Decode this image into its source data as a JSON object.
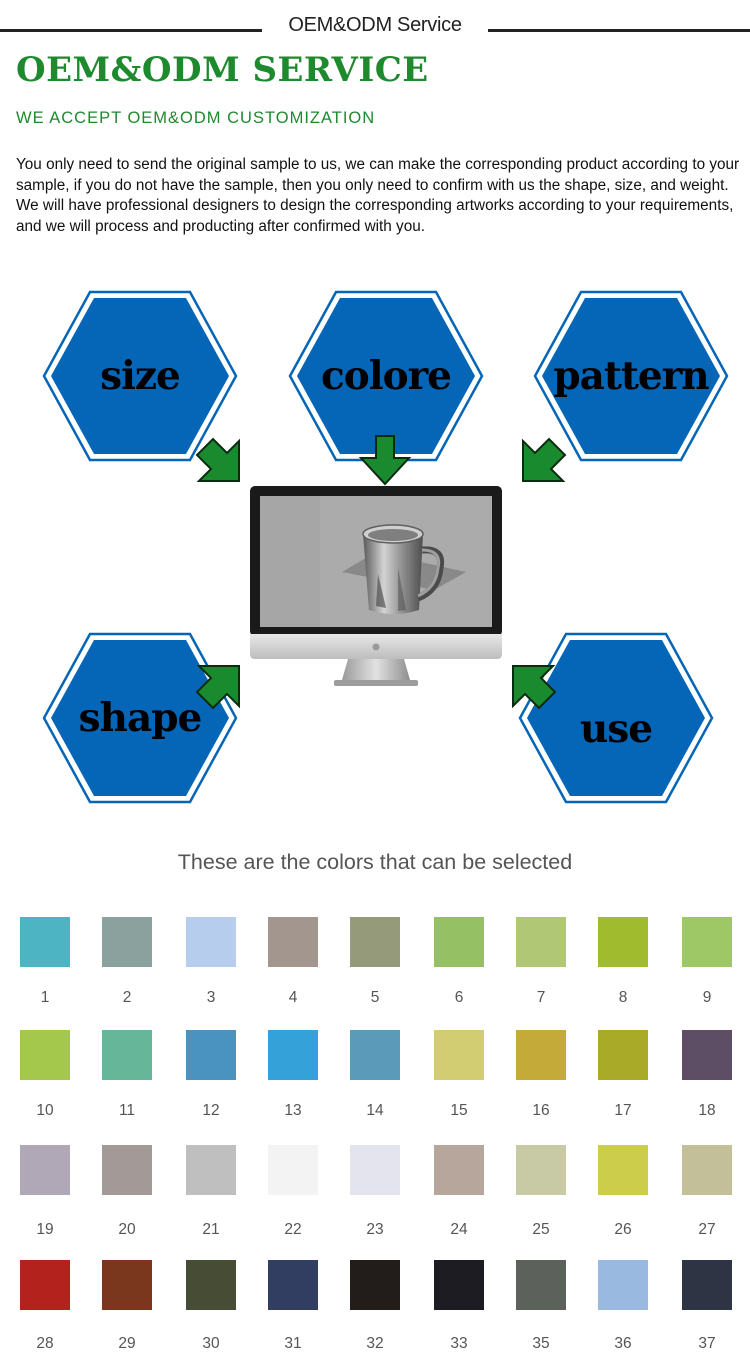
{
  "header": {
    "title": "OEM&ODM Service"
  },
  "main_title": "OEM&ODM SERVICE",
  "subtitle": "WE ACCEPT OEM&ODM CUSTOMIZATION",
  "description": "You only need to send the original sample to us, we can make the corresponding product according to your sample, if you do not have the sample, then you only need to confirm with us the shape, size, and weight. We will have professional designers to design the corresponding artworks according to your requirements, and we will process and producting after confirmed with you.",
  "hexagons": [
    {
      "label": "size"
    },
    {
      "label": "colore"
    },
    {
      "label": "pattern"
    },
    {
      "label": "shape"
    },
    {
      "label": "use"
    }
  ],
  "colors_title": "These are the colors that can be selected",
  "accent_colors": {
    "hex_fill": "#0565b6",
    "hex_border": "#0565b6",
    "arrow": "#1a8a2e",
    "title_green": "#1d8a2e"
  },
  "color_rows": [
    [
      {
        "num": "1",
        "color": "#4cb4c3"
      },
      {
        "num": "2",
        "color": "#8ba19d"
      },
      {
        "num": "3",
        "color": "#b7cdee"
      },
      {
        "num": "4",
        "color": "#a2968f"
      },
      {
        "num": "5",
        "color": "#959b7a"
      },
      {
        "num": "6",
        "color": "#96c064"
      },
      {
        "num": "7",
        "color": "#b0c876"
      },
      {
        "num": "8",
        "color": "#a0bc2e"
      },
      {
        "num": "9",
        "color": "#9ec866"
      }
    ],
    [
      {
        "num": "10",
        "color": "#a4c84c"
      },
      {
        "num": "11",
        "color": "#66b69a"
      },
      {
        "num": "12",
        "color": "#4a92bf"
      },
      {
        "num": "13",
        "color": "#35a1d9"
      },
      {
        "num": "14",
        "color": "#5b9ab9"
      },
      {
        "num": "15",
        "color": "#d2cc72"
      },
      {
        "num": "16",
        "color": "#c4aa38"
      },
      {
        "num": "17",
        "color": "#a8aa28"
      },
      {
        "num": "18",
        "color": "#5d4e65"
      }
    ],
    [
      {
        "num": "19",
        "color": "#b0a8b7"
      },
      {
        "num": "20",
        "color": "#a39a97"
      },
      {
        "num": "21",
        "color": "#bfbfbf"
      },
      {
        "num": "22",
        "color": "#f3f3f3"
      },
      {
        "num": "23",
        "color": "#e4e4ef"
      },
      {
        "num": "24",
        "color": "#b6a69b"
      },
      {
        "num": "25",
        "color": "#c8caa6"
      },
      {
        "num": "26",
        "color": "#ccce4b"
      },
      {
        "num": "27",
        "color": "#c2bf99"
      }
    ],
    [
      {
        "num": "28",
        "color": "#b4221e"
      },
      {
        "num": "29",
        "color": "#7b371d"
      },
      {
        "num": "30",
        "color": "#474c34"
      },
      {
        "num": "31",
        "color": "#313e61"
      },
      {
        "num": "32",
        "color": "#221d1a"
      },
      {
        "num": "33",
        "color": "#1d1c22"
      },
      {
        "num": "35",
        "color": "#5c615c"
      },
      {
        "num": "36",
        "color": "#9ab9e0"
      },
      {
        "num": "37",
        "color": "#2e3444"
      }
    ]
  ]
}
